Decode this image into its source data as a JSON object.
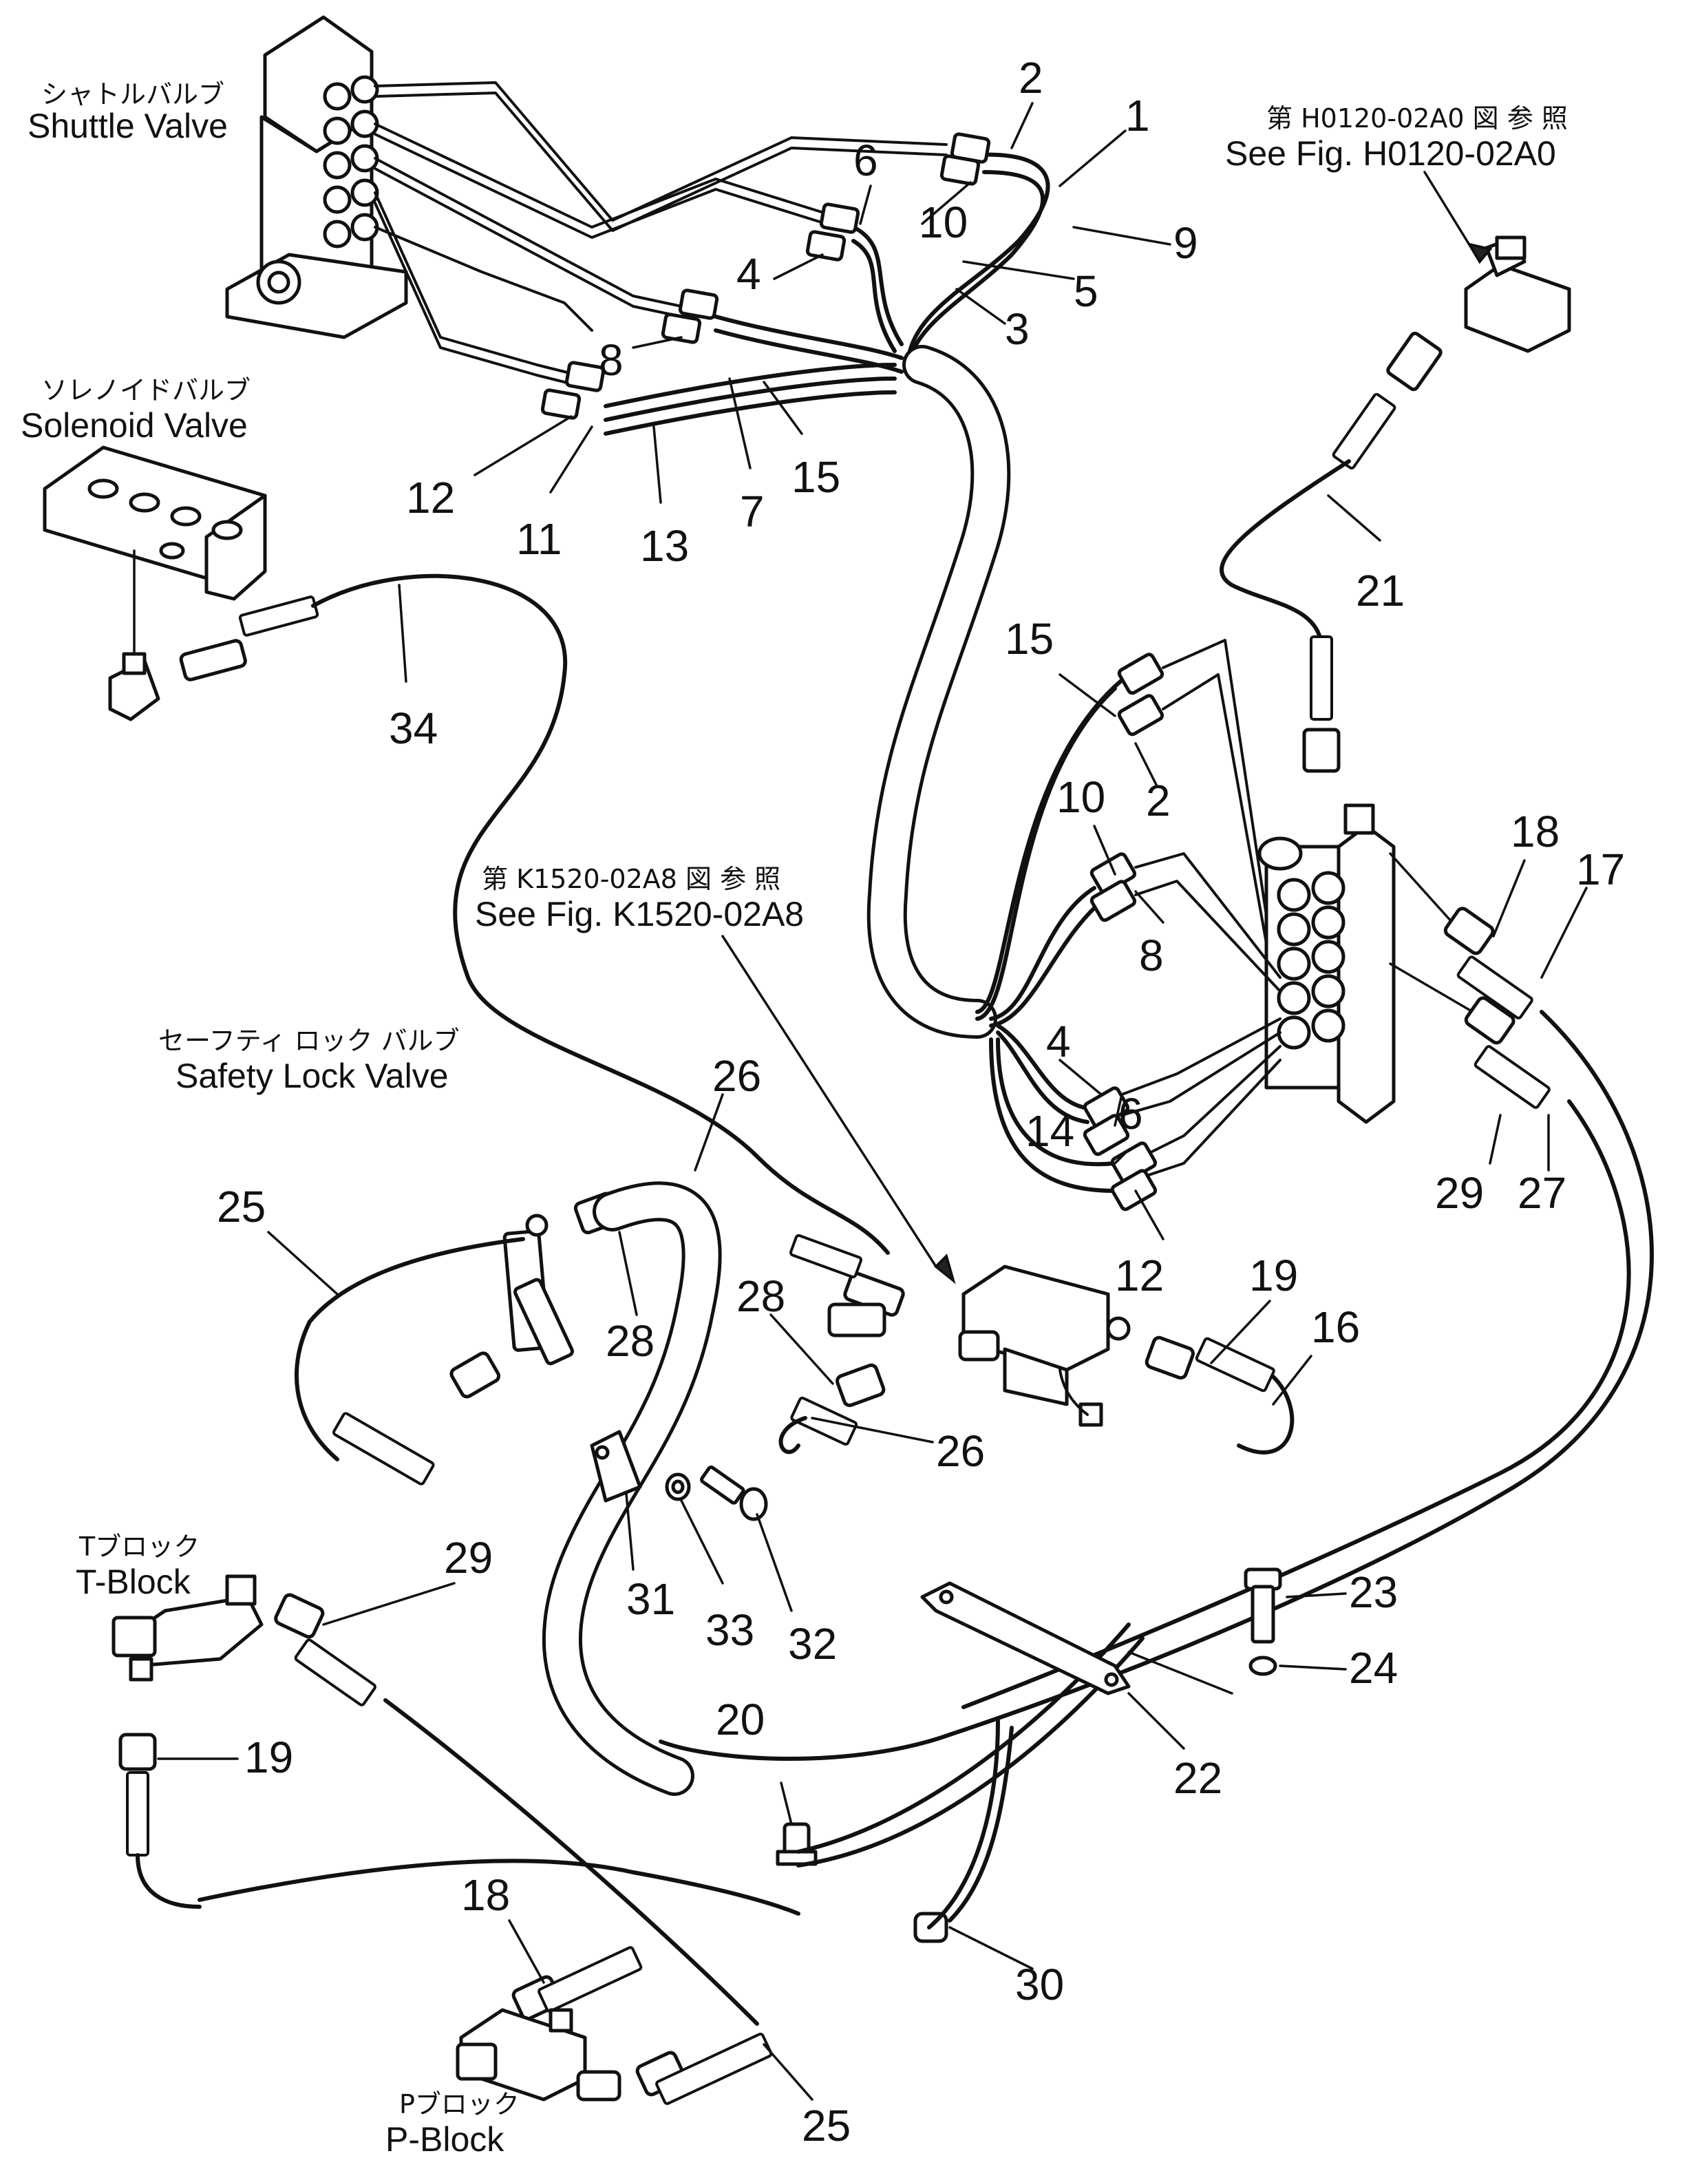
{
  "labels": {
    "shuttle_valve_jp": "シャトルバルブ",
    "shuttle_valve_en": "Shuttle  Valve",
    "solenoid_valve_jp": "ソレノイドバルブ",
    "solenoid_valve_en": "Solenoid Valve",
    "safety_lock_valve_jp": "セーフティ ロック バルブ",
    "safety_lock_valve_en": "Safety Lock Valve",
    "t_block_jp": "Tブロック",
    "t_block_en": "T-Block",
    "p_block_jp": "Pブロック",
    "p_block_en": "P-Block"
  },
  "references": {
    "ref1_jp": "第 H0120-02A0 図 参 照",
    "ref1_en": "See Fig. H0120-02A0",
    "ref2_jp": "第 K1520-02A8 図 参 照",
    "ref2_en": "See Fig. K1520-02A8"
  },
  "callouts": [
    {
      "id": "c2a",
      "text": "2"
    },
    {
      "id": "c1",
      "text": "1"
    },
    {
      "id": "c6a",
      "text": "6"
    },
    {
      "id": "c10a",
      "text": "10"
    },
    {
      "id": "c9",
      "text": "9"
    },
    {
      "id": "c4a",
      "text": "4"
    },
    {
      "id": "c5",
      "text": "5"
    },
    {
      "id": "c3",
      "text": "3"
    },
    {
      "id": "c8a",
      "text": "8"
    },
    {
      "id": "c12a",
      "text": "12"
    },
    {
      "id": "c11",
      "text": "11"
    },
    {
      "id": "c13",
      "text": "13"
    },
    {
      "id": "c7",
      "text": "7"
    },
    {
      "id": "c15a",
      "text": "15"
    },
    {
      "id": "c21",
      "text": "21"
    },
    {
      "id": "c34",
      "text": "34"
    },
    {
      "id": "c15b",
      "text": "15"
    },
    {
      "id": "c2b",
      "text": "2"
    },
    {
      "id": "c10b",
      "text": "10"
    },
    {
      "id": "c8b",
      "text": "8"
    },
    {
      "id": "c18a",
      "text": "18"
    },
    {
      "id": "c17",
      "text": "17"
    },
    {
      "id": "c4b",
      "text": "4"
    },
    {
      "id": "c6b",
      "text": "6"
    },
    {
      "id": "c14",
      "text": "14"
    },
    {
      "id": "c12b",
      "text": "12"
    },
    {
      "id": "c29a",
      "text": "29"
    },
    {
      "id": "c27",
      "text": "27"
    },
    {
      "id": "c26a",
      "text": "26"
    },
    {
      "id": "c25a",
      "text": "25"
    },
    {
      "id": "c28a",
      "text": "28"
    },
    {
      "id": "c28b",
      "text": "28"
    },
    {
      "id": "c26b",
      "text": "26"
    },
    {
      "id": "c19a",
      "text": "19"
    },
    {
      "id": "c16",
      "text": "16"
    },
    {
      "id": "c31",
      "text": "31"
    },
    {
      "id": "c33",
      "text": "33"
    },
    {
      "id": "c32",
      "text": "32"
    },
    {
      "id": "c23",
      "text": "23"
    },
    {
      "id": "c24",
      "text": "24"
    },
    {
      "id": "c22",
      "text": "22"
    },
    {
      "id": "c29b",
      "text": "29"
    },
    {
      "id": "c19b",
      "text": "19"
    },
    {
      "id": "c20",
      "text": "20"
    },
    {
      "id": "c30",
      "text": "30"
    },
    {
      "id": "c18b",
      "text": "18"
    },
    {
      "id": "c25b",
      "text": "25"
    }
  ]
}
